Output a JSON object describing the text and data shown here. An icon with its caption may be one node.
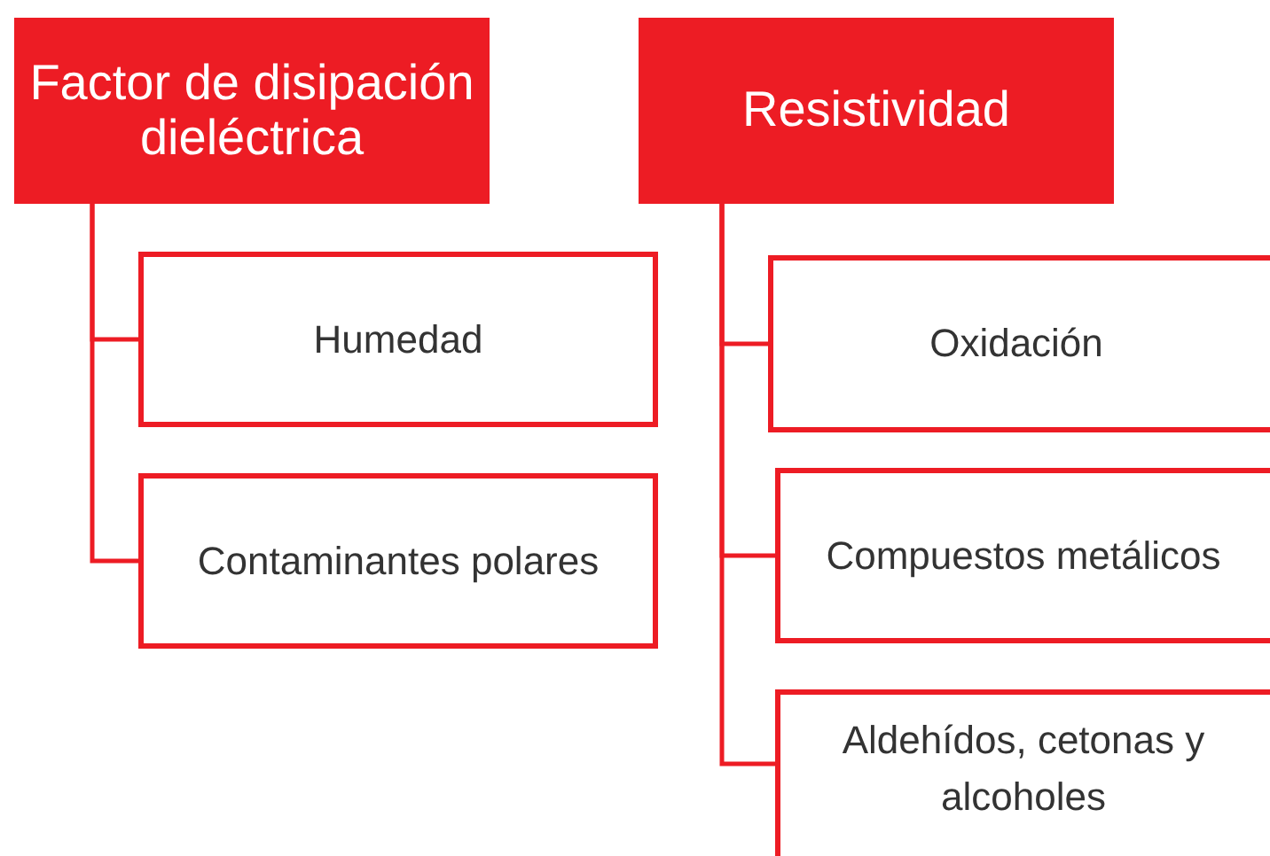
{
  "diagram": {
    "nodes": [
      {
        "text": [
          "Factor de disipación dieléctrica"
        ]
      },
      {
        "text": [
          "Humedad"
        ]
      },
      {
        "text": [
          "Contaminantes polares"
        ]
      },
      {
        "text": [
          "Resistividad"
        ]
      },
      {
        "text": [
          "Oxidación"
        ]
      },
      {
        "text": [
          "Compuestos metálicos"
        ]
      },
      {
        "text": [
          "Aldehídos, cetonas y alcoholes"
        ]
      }
    ],
    "edges": [
      {
        "from": 0,
        "to": 1,
        "arrow": "none"
      },
      {
        "from": 0,
        "to": 2,
        "arrow": "none"
      },
      {
        "from": 3,
        "to": 4,
        "arrow": "none"
      },
      {
        "from": 3,
        "to": 5,
        "arrow": "none"
      },
      {
        "from": 3,
        "to": 6,
        "arrow": "none"
      }
    ]
  }
}
